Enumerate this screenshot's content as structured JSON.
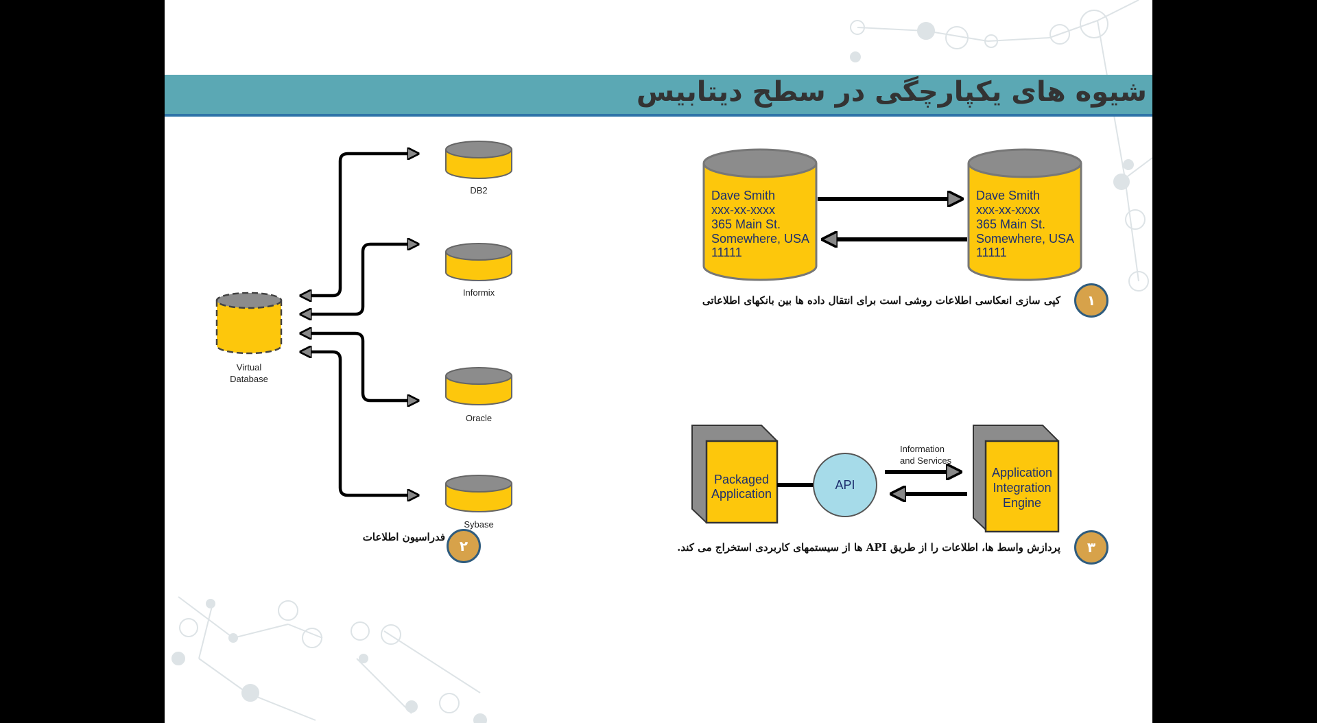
{
  "slide": {
    "title": "شیوه های یکپارچگی در سطح دیتابیس"
  },
  "replication": {
    "record": [
      "Dave Smith",
      "xxx-xx-xxxx",
      "365 Main St.",
      "Somewhere, USA",
      "11111"
    ],
    "badge": "۱",
    "caption": "کپی سازی انعکاسی اطلاعات روشی است برای انتقال داده ها بین بانکهای اطلاعاتی"
  },
  "federation": {
    "virtual_db": [
      "Virtual",
      "Database"
    ],
    "sources": [
      "DB2",
      "Informix",
      "Oracle",
      "Sybase"
    ],
    "badge": "۲",
    "caption": "فدراسیون اطلاعات"
  },
  "integration": {
    "packaged": [
      "Packaged",
      "Application"
    ],
    "api": "API",
    "flow_label": [
      "Information",
      "and Services"
    ],
    "engine": [
      "Application",
      "Integration",
      "Engine"
    ],
    "badge": "۳",
    "caption": "پردازش واسط ها، اطلاعات را از طریق API ها از سیستمهای کاربردی استخراج می کند."
  },
  "colors": {
    "title_bar": "#5ba8b4",
    "db_fill": "#fdc70c",
    "db_top": "#8c8c8c",
    "api_fill": "#a6dbe9",
    "badge": "#d7a24a"
  }
}
